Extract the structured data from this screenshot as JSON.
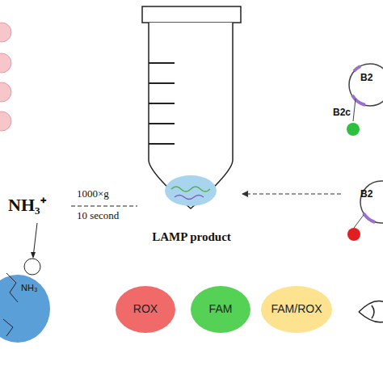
{
  "diagram": {
    "nodes": [
      {
        "text": [
          "LAMP product"
        ]
      },
      {
        "text": [
          "B2",
          "B2c"
        ]
      },
      {
        "text": [
          "B2"
        ]
      },
      {
        "text": [
          "ROX"
        ]
      },
      {
        "text": [
          "FAM"
        ]
      },
      {
        "text": [
          "FAM/ROX"
        ]
      }
    ],
    "edges": [
      {
        "from": 2,
        "to": 0,
        "arrow": "to"
      }
    ],
    "labels": [
      "NH₃⁺",
      "1000×g",
      "10 second",
      "NH₃"
    ]
  }
}
